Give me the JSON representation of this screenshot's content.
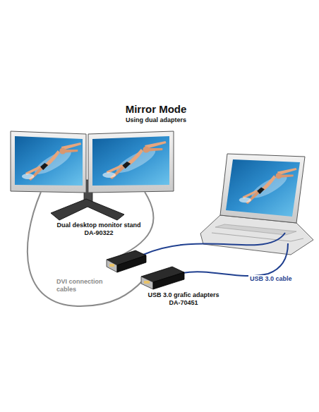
{
  "diagram": {
    "title": "Mirror Mode",
    "labels": [
      "Using dual adapters",
      "Dual desktop monitor stand",
      "DA-90322",
      "DVI connection cables",
      "USB 3.0 grafic adapters",
      "DA-70451",
      "USB 3.0 cable"
    ]
  }
}
